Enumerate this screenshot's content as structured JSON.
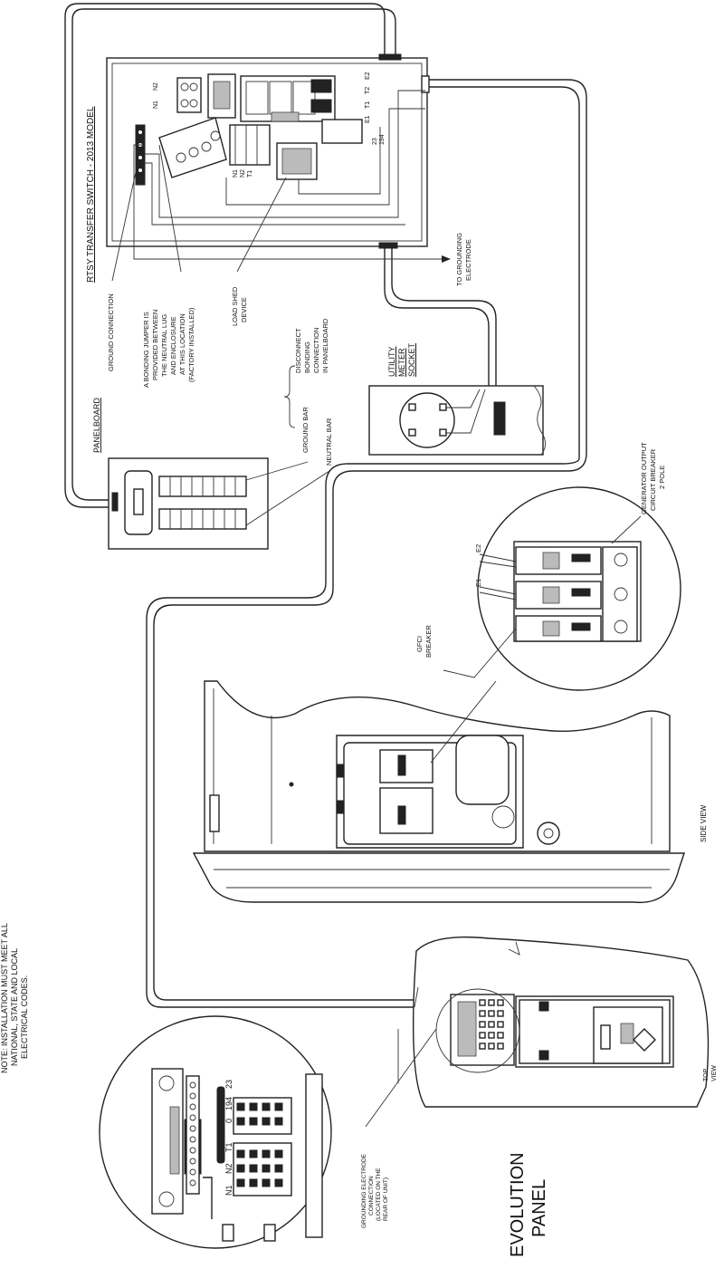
{
  "note": [
    "NOTE: INSTALLATION MUST MEET ALL",
    "NATIONAL, STATE AND LOCAL",
    "ELECTRICAL CODES."
  ],
  "transfer_switch": {
    "title": "RTSY TRANSFER SWITCH - 2013 MODEL",
    "terminal_labels": [
      "N2",
      "N1",
      "E2",
      "T2",
      "T1",
      "E1",
      "N1",
      "N2",
      "T1",
      "23",
      "194"
    ]
  },
  "callouts": {
    "ground_connection": "GROUND CONNECTION",
    "bonding_jumper": [
      "A BONDING JUMPER IS",
      "PROVIDED BETWEEN",
      "THE NEUTRAL LUG",
      "AND ENCLOSURE",
      "AT THIS LOCATION",
      "(FACTORY INSTALLED)"
    ],
    "load_shed": [
      "LOAD SHED",
      "DEVICE"
    ],
    "grounding_electrode": [
      "TO GROUNDING",
      "ELECTRODE"
    ],
    "disconnect_bonding": [
      "DISCONNECT",
      "BONDING",
      "CONNECTION",
      "IN PANELBOARD"
    ],
    "ground_bar": "GROUND BAR",
    "neutral_bar": "NEUTRAL BAR",
    "utility_meter": [
      "UTILITY",
      "METER",
      "SOCKET"
    ],
    "panelboard": "PANELBOARD",
    "generator_breaker": [
      "GENERATOR OUTPUT",
      "CIRCUIT BREAKER",
      "2 POLE"
    ],
    "gfci_breaker": [
      "GFCI",
      "BREAKER"
    ],
    "e1": "E1",
    "e2": "E2",
    "side_view": "SIDE VIEW",
    "top_view": [
      "TOP",
      "VIEW"
    ],
    "grounding_connection": [
      "GROUNDING ELECTRODE",
      "CONNECTION",
      "(LOCATED ON THE",
      "REAR OF UNIT)"
    ],
    "evolution_panel": [
      "EVOLUTION",
      "PANEL"
    ],
    "detail_terminals": [
      "N1",
      "N2",
      "T1",
      "0",
      "194",
      "23"
    ]
  }
}
